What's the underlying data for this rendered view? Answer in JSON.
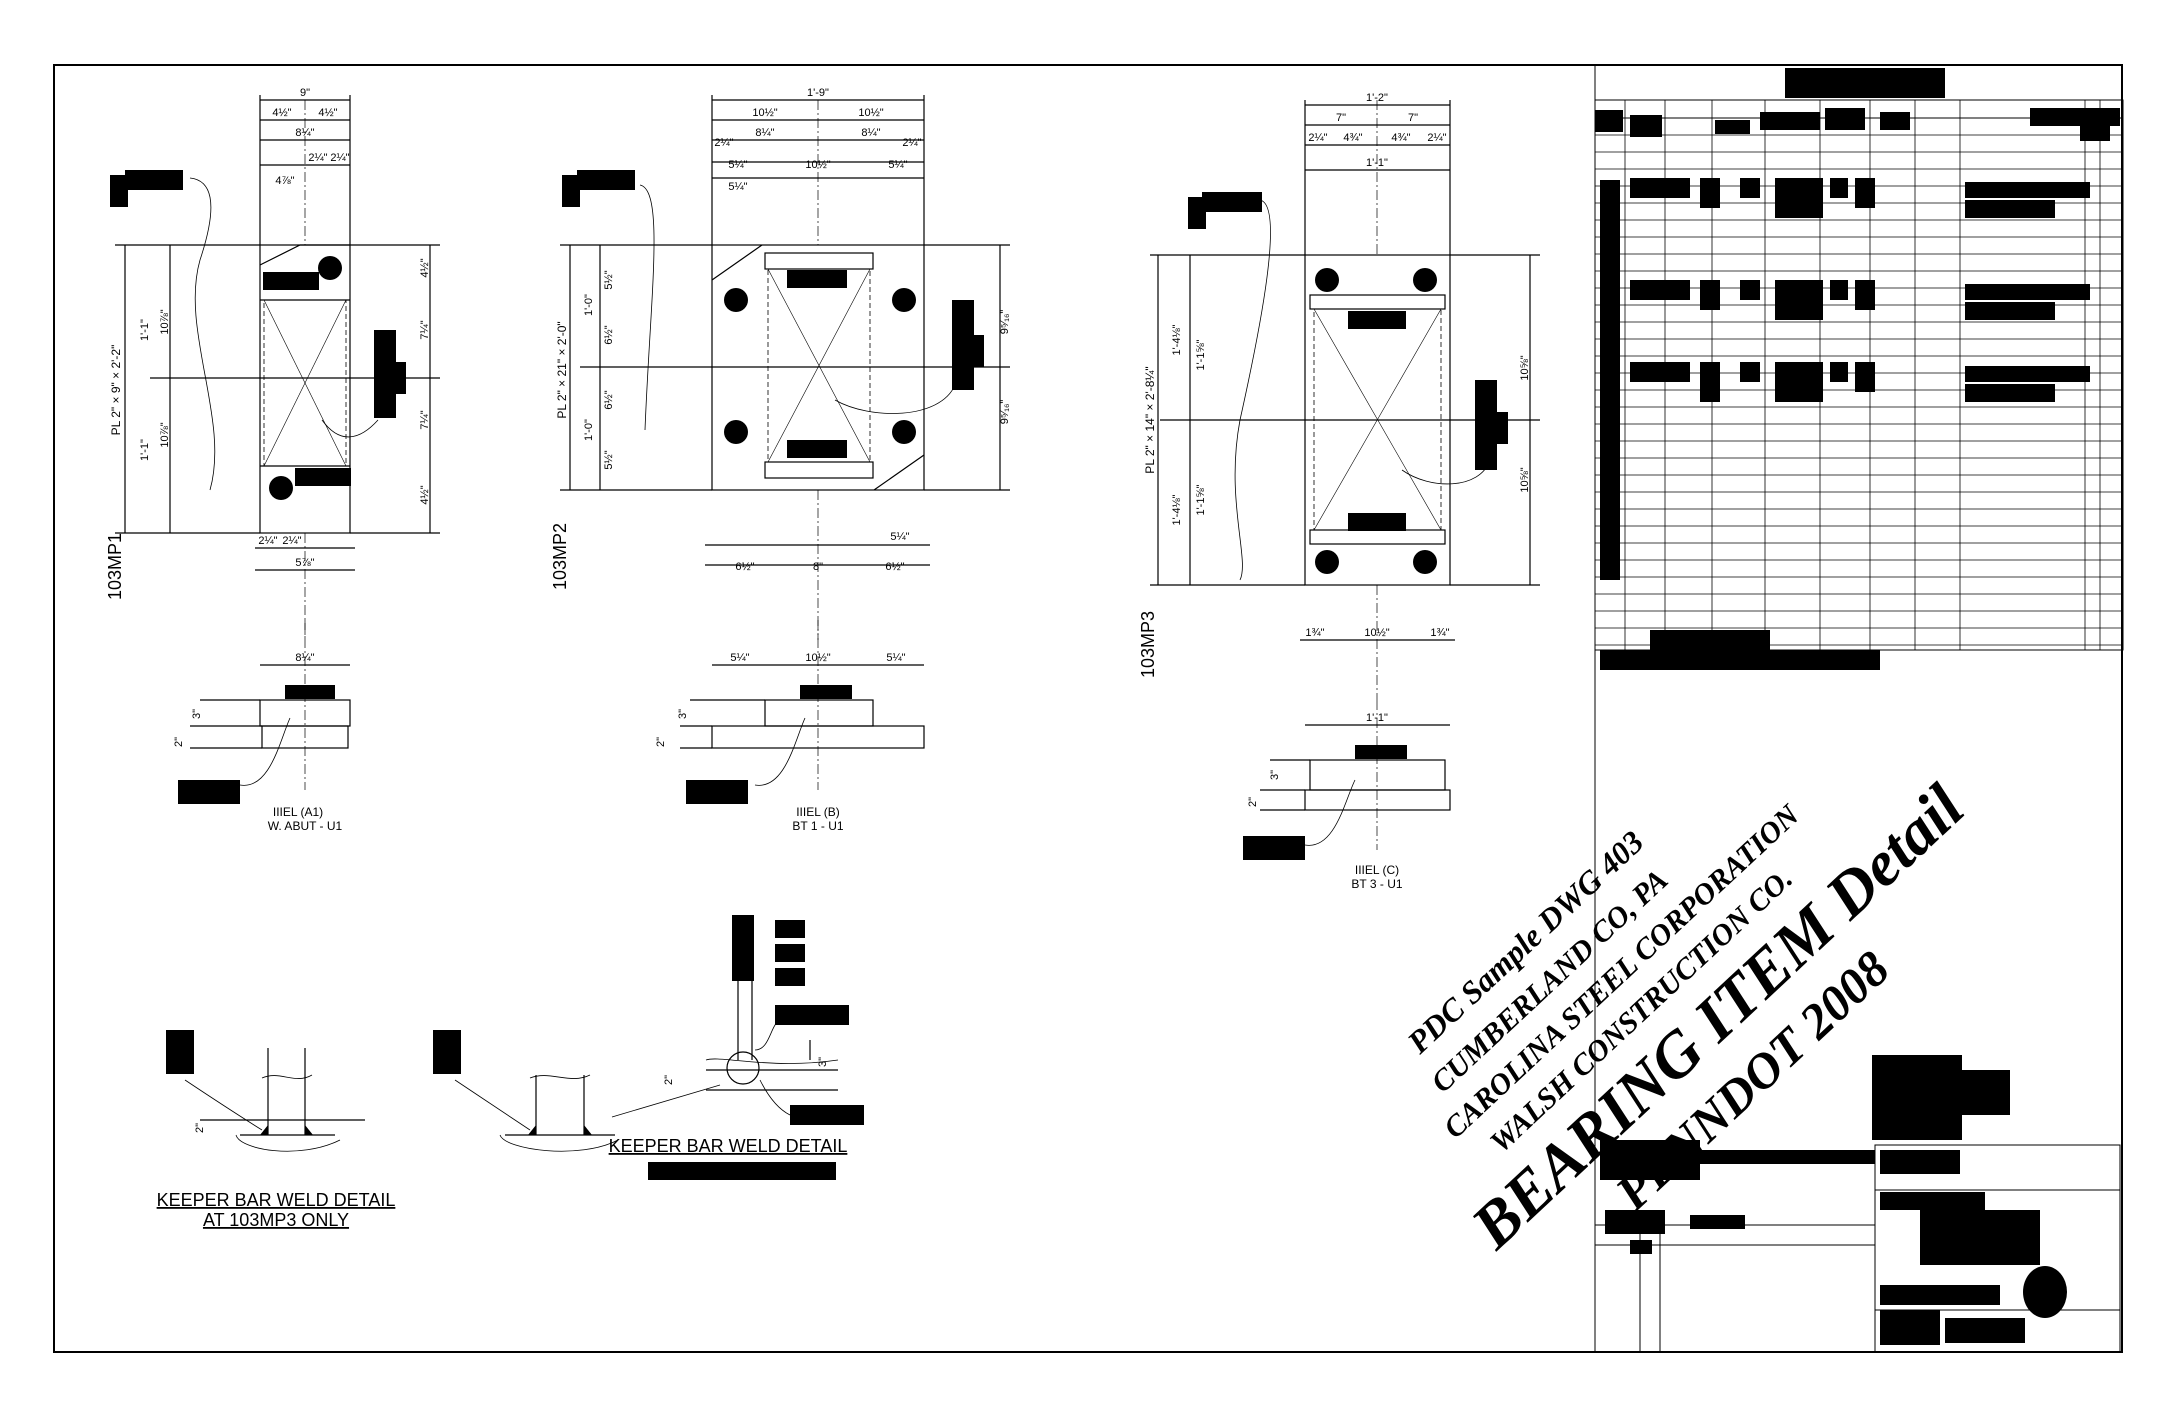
{
  "marks": {
    "mp1": "103MP1",
    "mp2": "103MP2",
    "mp3": "103MP3"
  },
  "plates": {
    "mp1": "PL 2\" × 9\" × 2'-2\"",
    "mp2": "PL 2\" × 21\" × 2'-0\"",
    "mp3": "PL 2\" × 14\" × 2'-8¼\""
  },
  "elevations": {
    "a1": {
      "line1": "IIIEL (A1)",
      "line2": "W. ABUT - U1"
    },
    "b": {
      "line1": "IIIEL (B)",
      "line2": "BT 1 - U1"
    },
    "c": {
      "line1": "IIIEL (C)",
      "line2": "BT 3 - U1"
    }
  },
  "weld_details": {
    "left": {
      "line1": "KEEPER BAR WELD DETAIL",
      "line2": "AT 103MP3 ONLY"
    },
    "right": {
      "line1": "KEEPER BAR WELD DETAIL"
    }
  },
  "stamp": {
    "line1": "PDC Sample DWG 403",
    "line2": "CUMBERLAND CO, PA",
    "line3": "CAROLINA STEEL CORPORATION",
    "line4": "WALSH CONSTRUCTION CO.",
    "line5": "BEARING ITEM Detail",
    "line6": "PENNDOT 2008"
  },
  "dims": {
    "mp1": {
      "top": "9\"",
      "half_a": "4½\"",
      "half_b": "4½\"",
      "inner": "8¼\"",
      "edge_a": "2¼\"",
      "edge_b": "2¼\"",
      "slot": "4⅞\"",
      "left_a": "1'-1\"",
      "left_b": "1'-1\"",
      "mid_a": "10⅞\"",
      "mid_b": "10⅞\"",
      "r_a": "7¼\"",
      "r_b": "7¼\"",
      "r_top": "4½\"",
      "r_bot": "4½\"",
      "bot_a": "2¼\"",
      "bot_b": "2¼\"",
      "bot_c": "5⅞\""
    },
    "mp2": {
      "top": "1'-9\"",
      "half_a": "10½\"",
      "half_b": "10½\"",
      "q_a": "8¼\"",
      "q_b": "8¼\"",
      "e_a": "2¼\"",
      "e_b": "2¼\"",
      "s_a": "5¼\"",
      "s_b": "5¼\"",
      "mid": "10½\"",
      "s_c": "5¼\"",
      "l_a": "1'-0\"",
      "l_b": "1'-0\"",
      "v_a": "5½\"",
      "v_b": "6½\"",
      "v_c": "6½\"",
      "v_d": "5½\"",
      "r_a": "9⁵⁄₁₆\"",
      "r_b": "9⁵⁄₁₆\"",
      "bot_a": "6½\"",
      "bot_b": "8\"",
      "bot_c": "6½\"",
      "bot_r": "5¼\""
    },
    "mp3": {
      "top": "1'-2\"",
      "half_a": "7\"",
      "half_b": "7\"",
      "q_a": "4¾\"",
      "q_b": "4¾\"",
      "e_a": "2¼\"",
      "e_b": "2¼\"",
      "inner": "1'-1\"",
      "l_a": "1'-4⅛\"",
      "l_b": "1'-4⅛\"",
      "m_a": "1'-1⅝\"",
      "m_b": "1'-1⅝\"",
      "r_a": "10⅝\"",
      "r_b": "10⅝\"",
      "bot_a": "1¾\"",
      "bot_b": "10½\"",
      "bot_c": "1¾\""
    },
    "elev_a1": {
      "w": "8¼\"",
      "h": "3\"",
      "t": "2\""
    },
    "elev_b": {
      "w": "10½\"",
      "wa": "5¼\"",
      "wb": "5¼\"",
      "h": "3\"",
      "t": "2\""
    },
    "elev_c": {
      "w": "1'-1\"",
      "h": "3\"",
      "t": "2\""
    },
    "weld": {
      "h": "3\"",
      "t": "2\""
    }
  }
}
